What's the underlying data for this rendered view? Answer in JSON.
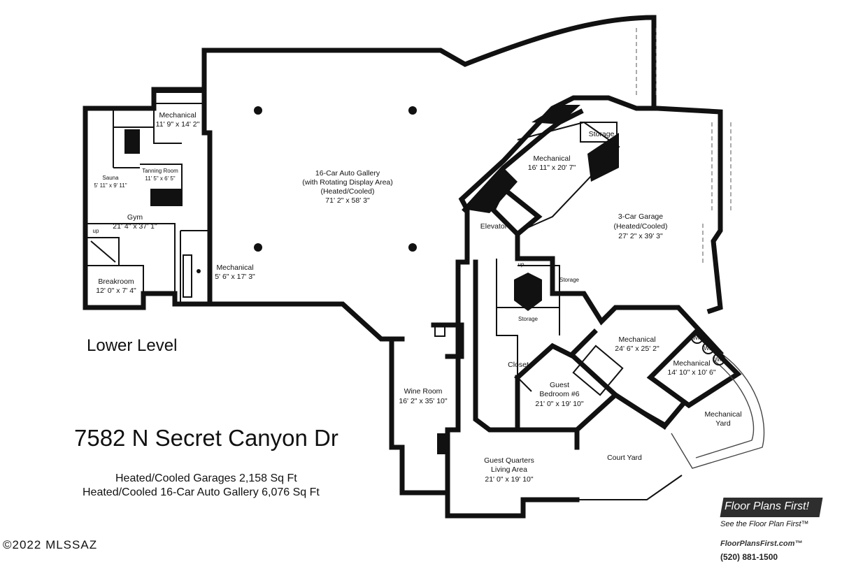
{
  "level_title": "Lower Level",
  "address": "7582 N Secret Canyon Dr",
  "stats": [
    "Heated/Cooled Garages 2,158 Sq Ft",
    "Heated/Cooled 16-Car Auto Gallery 6,076 Sq Ft"
  ],
  "copyright": "©2022 MLSSAZ",
  "logo": {
    "brand": "Floor Plans First!",
    "tagline": "See the Floor Plan First™",
    "url": "FloorPlansFirst.com™",
    "phone": "(520) 881-1500"
  },
  "fixtures": {
    "water_heater": "WH",
    "stair": "up"
  },
  "rooms": {
    "auto_gallery": {
      "name": "16-Car Auto Gallery",
      "note1": "(with Rotating Display Area)",
      "note2": "(Heated/Cooled)",
      "dims": "71' 2\" x 58' 3\""
    },
    "mech_top_left": {
      "name": "Mechanical",
      "dims": "11' 9\" x 14' 2\""
    },
    "sauna": {
      "name": "Sauna",
      "dims": "5' 11\" x 9' 11\""
    },
    "tanning": {
      "name": "Tanning Room",
      "dims": "11' 5\" x 6' 5\""
    },
    "gym": {
      "name": "Gym",
      "dims": "21' 4\" x 37' 1\""
    },
    "breakroom": {
      "name": "Breakroom",
      "dims": "12' 0\" x 7' 4\""
    },
    "mech_small": {
      "name": "Mechanical",
      "dims": "5' 6\" x 17' 3\""
    },
    "mech_elevator": {
      "name": "Mechanical",
      "dims": "16' 11\" x 20' 7\""
    },
    "storage_top": {
      "name": "Storage"
    },
    "elevator": {
      "name": "Elevator"
    },
    "garage": {
      "name": "3-Car Garage",
      "note": "(Heated/Cooled)",
      "dims": "27' 2\" x 39' 3\""
    },
    "storage_a": {
      "name": "Storage"
    },
    "storage_b": {
      "name": "Storage"
    },
    "mech_large": {
      "name": "Mechanical",
      "dims": "24' 6\" x 25' 2\""
    },
    "mech_wh": {
      "name": "Mechanical",
      "dims": "14' 10\" x 10' 6\""
    },
    "mech_yard": {
      "name": "Mechanical",
      "note": "Yard"
    },
    "closet": {
      "name": "Closet"
    },
    "guest_bed": {
      "name": "Guest",
      "note": "Bedroom #6",
      "dims": "21' 0\" x 19' 10\""
    },
    "wine": {
      "name": "Wine Room",
      "dims": "16' 2\" x 35' 10\""
    },
    "guest_living": {
      "name": "Guest Quarters",
      "note": "Living Area",
      "dims": "21' 0\" x 19' 10\""
    },
    "court": {
      "name": "Court Yard"
    }
  }
}
